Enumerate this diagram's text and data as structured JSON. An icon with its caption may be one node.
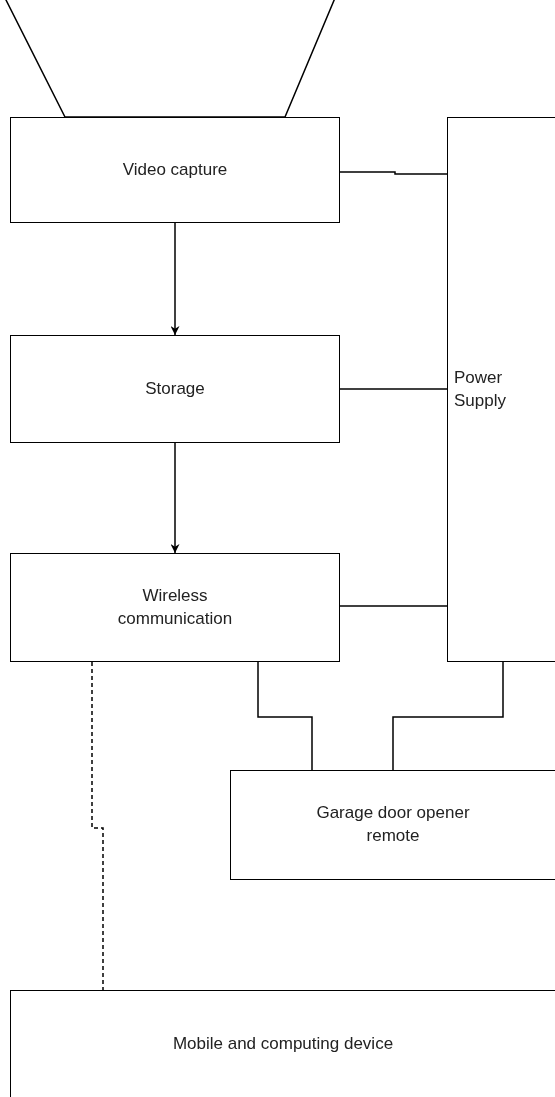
{
  "diagram": {
    "nodes": [
      {
        "text": [
          "Video capture"
        ]
      },
      {
        "text": [
          "Storage"
        ]
      },
      {
        "text": [
          "Wireless communication"
        ]
      },
      {
        "text": [
          "Power Supply"
        ]
      },
      {
        "text": [
          "Garage door opener remote"
        ]
      },
      {
        "text": [
          "Mobile and computing device"
        ]
      }
    ],
    "edges": [
      {
        "from": 0,
        "to": 1,
        "arrow": "to"
      },
      {
        "from": 1,
        "to": 2,
        "arrow": "to"
      },
      {
        "from": 0,
        "to": 3,
        "arrow": "none"
      },
      {
        "from": 1,
        "to": 3,
        "arrow": "none"
      },
      {
        "from": 2,
        "to": 3,
        "arrow": "none"
      },
      {
        "from": 2,
        "to": 4,
        "arrow": "none"
      },
      {
        "from": 3,
        "to": 4,
        "arrow": "none"
      },
      {
        "from": 2,
        "to": 5,
        "arrow": "none",
        "style": "dashed"
      }
    ]
  }
}
